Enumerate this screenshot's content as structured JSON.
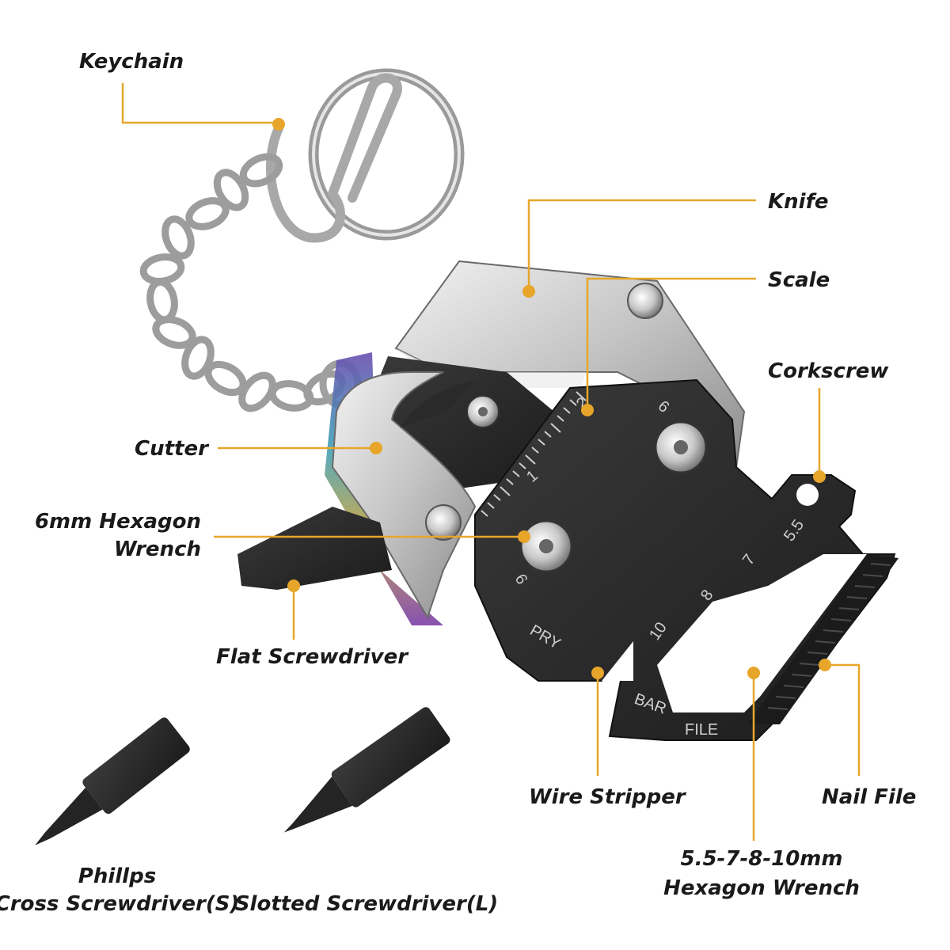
{
  "labels": {
    "keychain": "Keychain",
    "knife": "Knife",
    "scale": "Scale",
    "corkscrew": "Corkscrew",
    "cutter": "Cutter",
    "hex6_line1": "6mm Hexagon",
    "hex6_line2": "Wrench",
    "flat_screwdriver": "Flat Screwdriver",
    "wire_stripper": "Wire Stripper",
    "nail_file": "Nail File",
    "hexwrench_line1": "5.5-7-8-10mm",
    "hexwrench_line2": "Hexagon Wrench",
    "phillips_line1": "Phillps",
    "phillips_line2": "Cross Screwdriver(S)",
    "slotted": "Slotted Screwdriver(L)"
  },
  "engravings": {
    "pry": "PRY",
    "bar": "BAR",
    "file": "FILE",
    "scale_1": "1",
    "scale_2": "2",
    "num_6_top": "6",
    "num_6_left": "6",
    "num_10": "10",
    "num_8": "8",
    "num_7": "7",
    "num_5_5": "5.5"
  },
  "colors": {
    "accent": "#e7a62a",
    "tool_black": "#2b2b2b",
    "steel": "#c9c9c9"
  }
}
